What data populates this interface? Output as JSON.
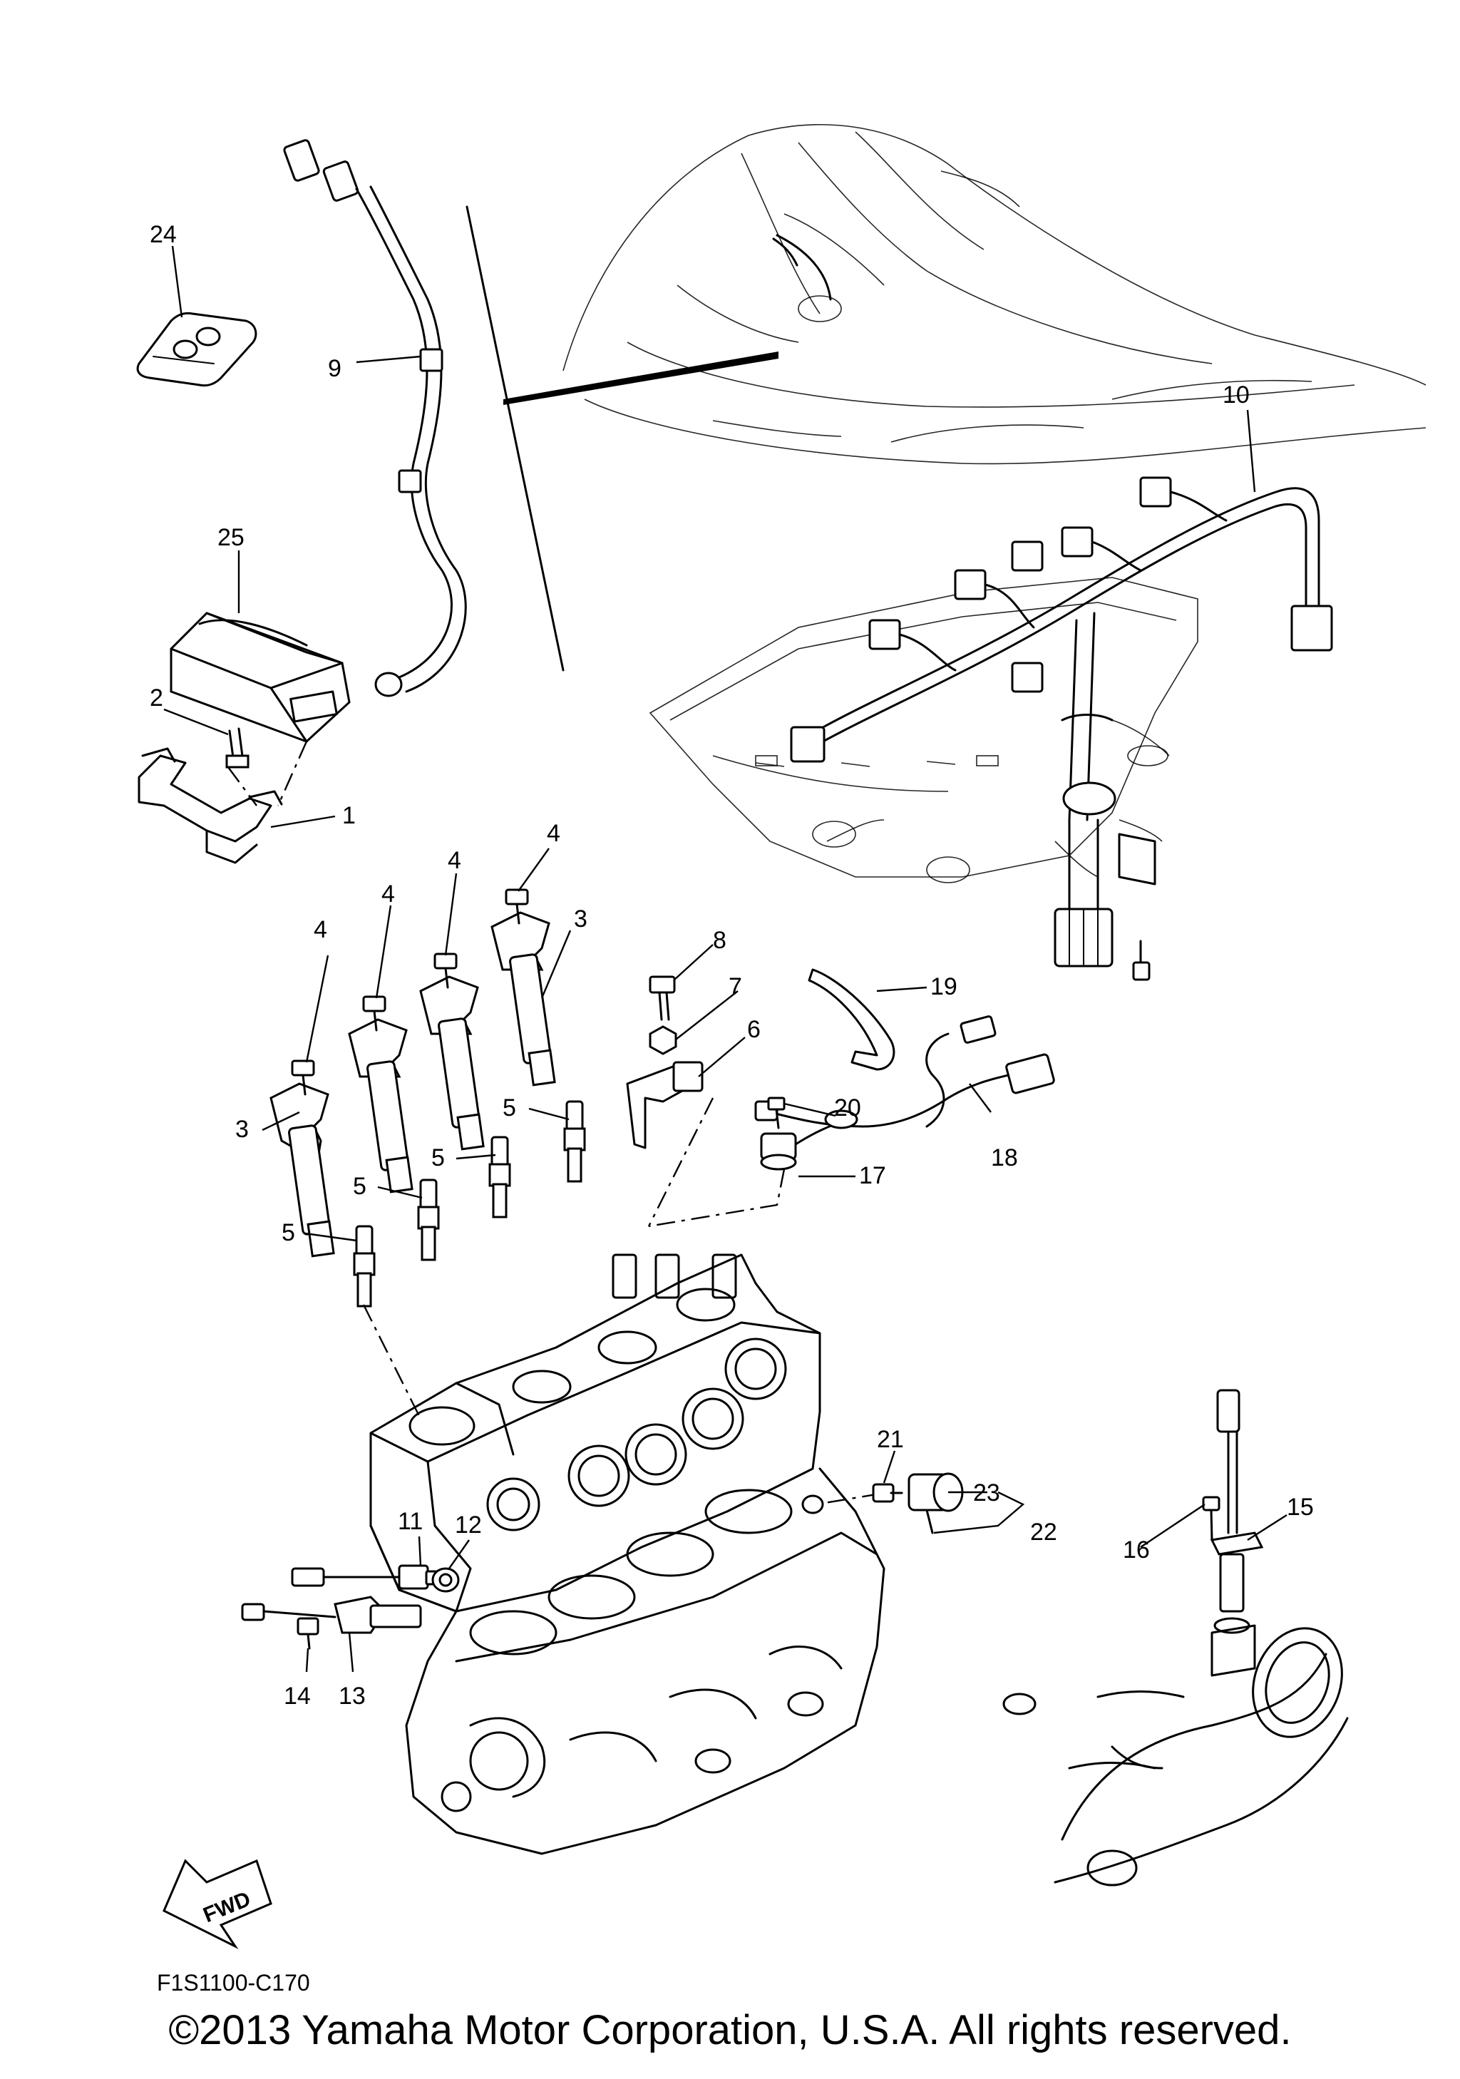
{
  "diagram_code": "F1S1100-C170",
  "fwd_label": "FWD",
  "copyright": "©2013 Yamaha Motor Corporation, U.S.A. All rights reserved.",
  "callouts": [
    "1",
    "2",
    "3",
    "3",
    "4",
    "4",
    "4",
    "4",
    "5",
    "5",
    "5",
    "5",
    "6",
    "7",
    "8",
    "9",
    "10",
    "11",
    "12",
    "13",
    "14",
    "15",
    "16",
    "17",
    "18",
    "19",
    "20",
    "21",
    "22",
    "23",
    "24",
    "25"
  ]
}
